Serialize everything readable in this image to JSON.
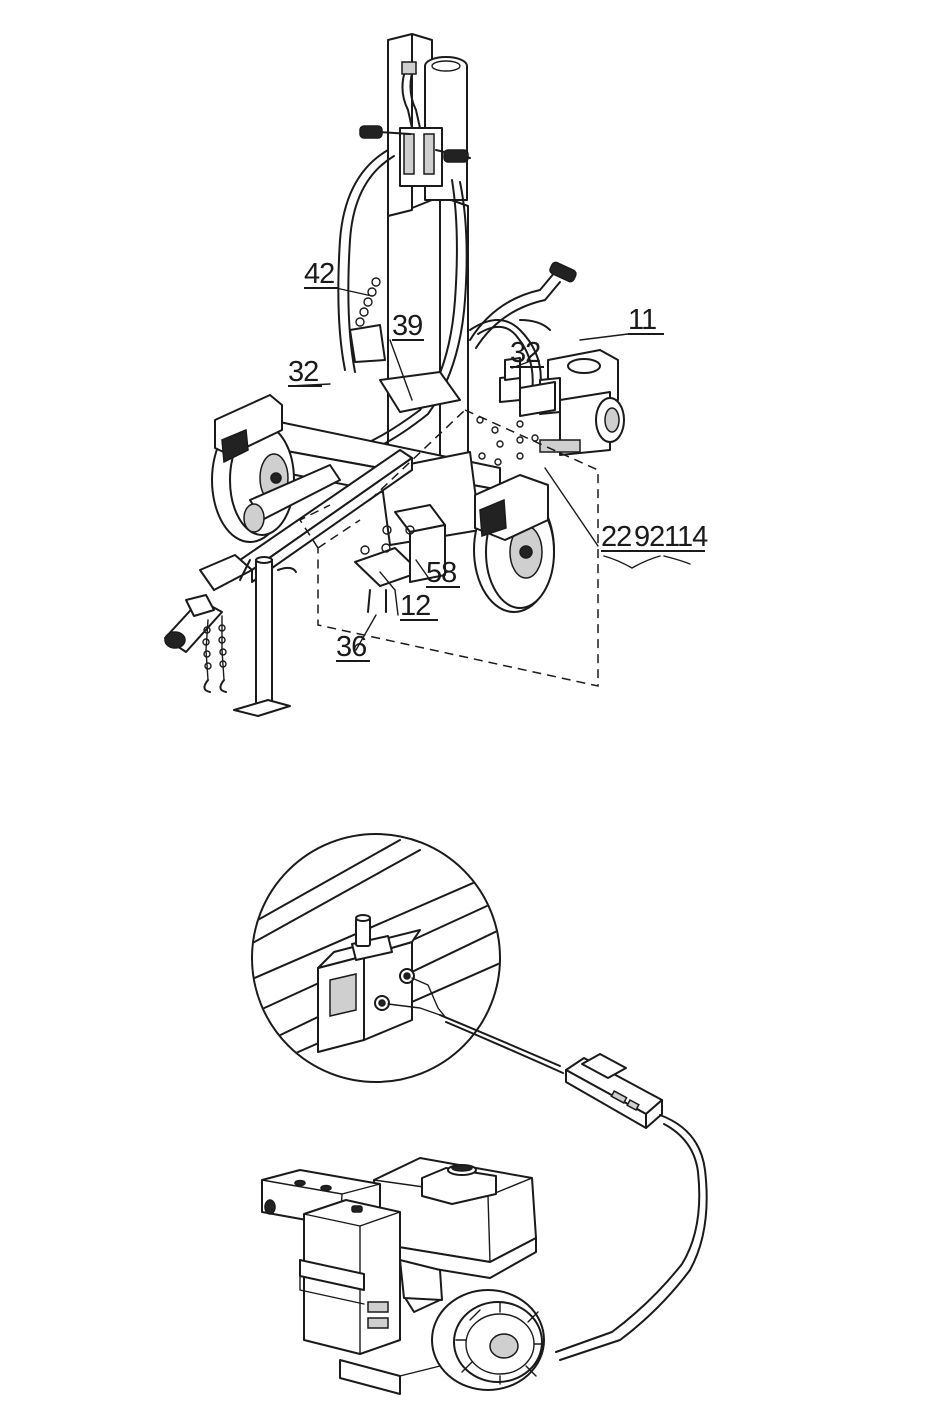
{
  "callouts": [
    {
      "id": "c11",
      "text": "11"
    },
    {
      "id": "c42",
      "text": "42"
    },
    {
      "id": "c39",
      "text": "39"
    },
    {
      "id": "c32a",
      "text": "32"
    },
    {
      "id": "c32b",
      "text": "32"
    },
    {
      "id": "c22",
      "text": "22"
    },
    {
      "id": "c92",
      "text": "92"
    },
    {
      "id": "c114",
      "text": "114"
    },
    {
      "id": "c58",
      "text": "58"
    },
    {
      "id": "c12",
      "text": "12"
    },
    {
      "id": "c36",
      "text": "36"
    }
  ]
}
